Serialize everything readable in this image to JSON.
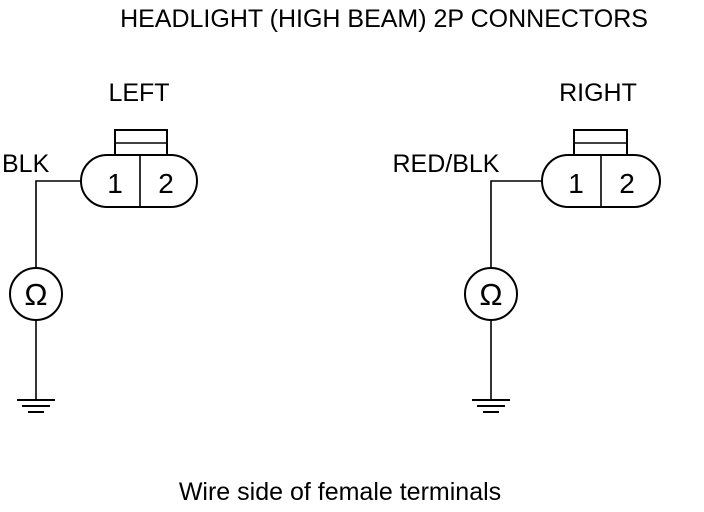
{
  "title": "HEADLIGHT (HIGH BEAM) 2P CONNECTORS",
  "caption": "Wire side of female terminals",
  "meter_symbol": "Ω",
  "colors": {
    "line": "#000000",
    "background": "#ffffff"
  },
  "connectors": [
    {
      "label": "LEFT",
      "wire_color": "BLK",
      "terminals": [
        "1",
        "2"
      ]
    },
    {
      "label": "RIGHT",
      "wire_color": "RED/BLK",
      "terminals": [
        "1",
        "2"
      ]
    }
  ]
}
